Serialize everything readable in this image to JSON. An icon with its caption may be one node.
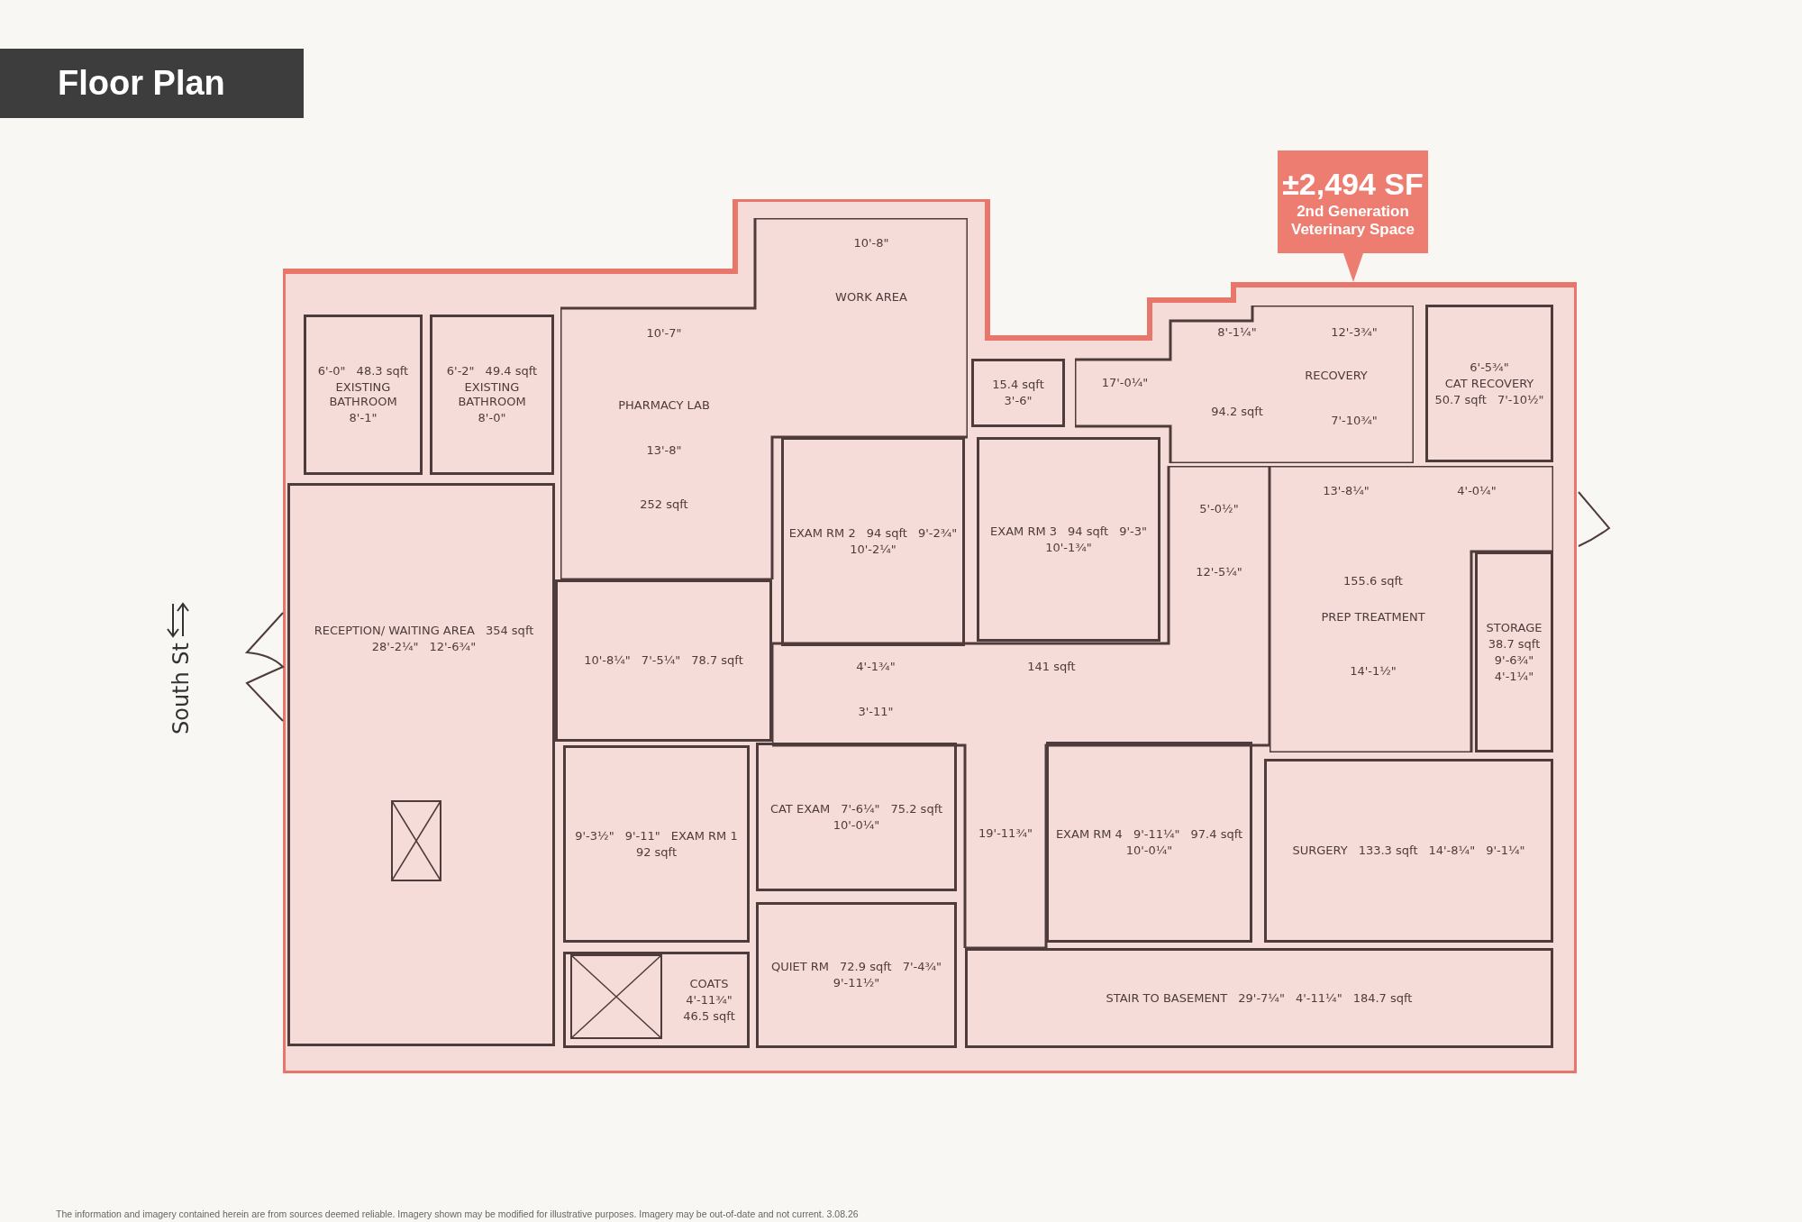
{
  "diagram": {
    "title": "Floor Plan",
    "caption": "The information and imagery contained herein are from sources deemed reliable. Imagery shown may be modified for illustrative purposes. Imagery may be out-of-date and not current. 3.08.26",
    "nodes": [
      {
        "text": [
          "±2,494 SF",
          "2nd Generation Veterinary Space"
        ]
      },
      {
        "text": [],
        "shape": "box"
      },
      {
        "text": [
          "6'-0\"",
          "48.3 sqft",
          "EXISTING BATHROOM",
          "8'-1\""
        ],
        "in": 1
      },
      {
        "text": [
          "6'-2\"",
          "49.4 sqft",
          "EXISTING BATHROOM",
          "8'-0\""
        ],
        "in": 1
      },
      {
        "text": [
          "10'-8\"",
          "WORK AREA",
          "10'-7\"",
          "PHARMACY LAB",
          "13'-8\"",
          "252 sqft"
        ],
        "in": 1
      },
      {
        "text": [
          "15.4 sqft",
          "3'-6\""
        ],
        "in": 1
      },
      {
        "text": [
          "8'-1¼\"",
          "12'-3¾\"",
          "17'-0¼\"",
          "RECOVERY",
          "94.2 sqft",
          "7'-10¾\""
        ],
        "in": 1
      },
      {
        "text": [
          "6'-5¾\"",
          "CAT RECOVERY",
          "50.7 sqft",
          "7'-10½\""
        ],
        "in": 1
      },
      {
        "text": [
          "EXAM RM 2",
          "94 sqft",
          "9'-2¾\"",
          "10'-2¼\""
        ],
        "in": 1
      },
      {
        "text": [
          "EXAM RM 3",
          "94 sqft",
          "9'-3\"",
          "10'-1¾\""
        ],
        "in": 1
      },
      {
        "text": [
          "5'-0½\"",
          "12'-5¼\"",
          "4'-1¾\"",
          "141 sqft",
          "3'-11\"",
          "19'-11¾\""
        ],
        "in": 1
      },
      {
        "text": [
          "13'-8¼\"",
          "4'-0¼\"",
          "155.6 sqft",
          "PREP TREATMENT",
          "14'-1½\""
        ],
        "in": 1
      },
      {
        "text": [
          "RECEPTION/ WAITING AREA",
          "354 sqft",
          "28'-2¼\"",
          "12'-6¾\""
        ],
        "in": 1
      },
      {
        "text": [
          "10'-8¼\"",
          "7'-5¼\"",
          "78.7 sqft"
        ],
        "in": 1
      },
      {
        "text": [
          "STORAGE",
          "38.7 sqft",
          "9'-6¾\"",
          "4'-1¼\""
        ],
        "in": 1
      },
      {
        "text": [
          "9'-3½\"",
          "9'-11\"",
          "EXAM RM 1",
          "92 sqft"
        ],
        "in": 1
      },
      {
        "text": [
          "CAT EXAM",
          "7'-6¼\"",
          "75.2 sqft",
          "10'-0¼\""
        ],
        "in": 1
      },
      {
        "text": [
          "EXAM RM 4",
          "9'-11¼\"",
          "97.4 sqft",
          "10'-0¼\""
        ],
        "in": 1
      },
      {
        "text": [
          "SURGERY",
          "133.3 sqft",
          "14'-8¼\"",
          "9'-1¼\""
        ],
        "in": 1
      },
      {
        "text": [
          "COATS",
          "4'-11¾\"",
          "46.5 sqft"
        ],
        "in": 1
      },
      {
        "text": [
          "QUIET RM",
          "72.9 sqft",
          "7'-4¾\"",
          "9'-11½\""
        ],
        "in": 1
      },
      {
        "text": [
          "STAIR TO BASEMENT",
          "29'-7¼\"",
          "4'-11¼\"",
          "184.7 sqft"
        ],
        "in": 1
      }
    ],
    "edges": [
      {
        "from": 0,
        "to": 1,
        "arrow": "to"
      }
    ],
    "labels": [
      "South St"
    ]
  }
}
